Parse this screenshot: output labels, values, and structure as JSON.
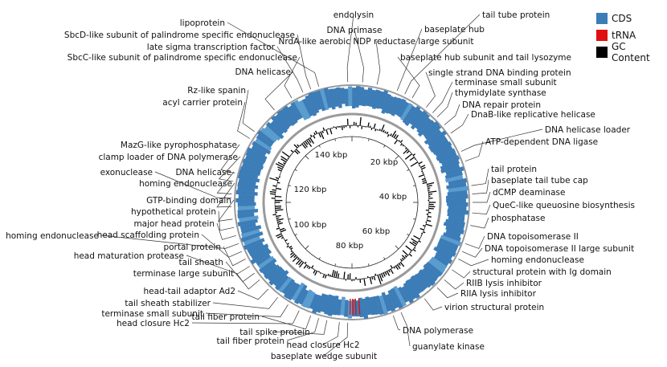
{
  "legend": {
    "cds": {
      "label": "CDS",
      "color": "#3c7db8"
    },
    "trna": {
      "label": "tRNA",
      "color": "#e01010"
    },
    "gc": {
      "label": "GC Content",
      "color": "#000000"
    }
  },
  "ticks": [
    "20 kbp",
    "40 kbp",
    "60 kbp",
    "80 kbp",
    "100 kbp",
    "120 kbp",
    "140 kbp"
  ],
  "gene_labels": [
    {
      "text": "endolysin",
      "side": "up"
    },
    {
      "text": "DNA primase",
      "side": "up"
    },
    {
      "text": "tail tube protein",
      "side": "right"
    },
    {
      "text": "baseplate hub",
      "side": "right"
    },
    {
      "text": "NrdA-like aerobic NDP reductase large subunit",
      "side": "up"
    },
    {
      "text": "baseplate hub subunit and tail lysozyme",
      "side": "right"
    },
    {
      "text": "single strand DNA binding protein",
      "side": "right"
    },
    {
      "text": "terminase small subunit",
      "side": "right"
    },
    {
      "text": "thymidylate synthase",
      "side": "right"
    },
    {
      "text": "DNA repair protein",
      "side": "right"
    },
    {
      "text": "DnaB-like replicative helicase",
      "side": "right"
    },
    {
      "text": "DNA helicase loader",
      "side": "right"
    },
    {
      "text": "ATP-dependent DNA ligase",
      "side": "right"
    },
    {
      "text": "tail protein",
      "side": "right"
    },
    {
      "text": "baseplate tail tube cap",
      "side": "right"
    },
    {
      "text": "dCMP deaminase",
      "side": "right"
    },
    {
      "text": "QueC-like queuosine biosynthesis",
      "side": "right"
    },
    {
      "text": "phosphatase",
      "side": "right"
    },
    {
      "text": "DNA topoisomerase II",
      "side": "right"
    },
    {
      "text": "DNA topoisomerase II large subunit",
      "side": "right"
    },
    {
      "text": "homing endonuclease",
      "side": "right"
    },
    {
      "text": "structural protein with Ig domain",
      "side": "right"
    },
    {
      "text": "RIIB lysis inhibitor",
      "side": "right"
    },
    {
      "text": "RIIA lysis inhibitor",
      "side": "right"
    },
    {
      "text": "virion structural protein",
      "side": "right"
    },
    {
      "text": "DNA polymerase",
      "side": "right"
    },
    {
      "text": "guanylate kinase",
      "side": "right"
    },
    {
      "text": "baseplate wedge subunit",
      "side": "left"
    },
    {
      "text": "head closure Hc2",
      "side": "left"
    },
    {
      "text": "tail spike protein",
      "side": "left"
    },
    {
      "text": "tail fiber protein",
      "side": "left"
    },
    {
      "text": "tail fiber protein",
      "side": "left"
    },
    {
      "text": "head closure Hc2",
      "side": "left"
    },
    {
      "text": "terminase small subunit",
      "side": "left"
    },
    {
      "text": "tail sheath stabilizer",
      "side": "left"
    },
    {
      "text": "head-tail adaptor Ad2",
      "side": "left"
    },
    {
      "text": "terminase large subunit",
      "side": "left"
    },
    {
      "text": "tail sheath",
      "side": "left"
    },
    {
      "text": "head maturation protease",
      "side": "left"
    },
    {
      "text": "portal protein",
      "side": "left"
    },
    {
      "text": "head scaffolding protein",
      "side": "left"
    },
    {
      "text": "homing endonuclease",
      "side": "left"
    },
    {
      "text": "major head protein",
      "side": "left"
    },
    {
      "text": "hypothetical protein",
      "side": "left"
    },
    {
      "text": "GTP-binding domain",
      "side": "left"
    },
    {
      "text": "homing endonuclease",
      "side": "left"
    },
    {
      "text": "exonuclease",
      "side": "left"
    },
    {
      "text": "DNA helicase",
      "side": "left"
    },
    {
      "text": "clamp loader of DNA polymerase",
      "side": "left"
    },
    {
      "text": "MazG-like pyrophosphatase",
      "side": "left"
    },
    {
      "text": "acyl carrier protein",
      "side": "left"
    },
    {
      "text": "Rz-like spanin",
      "side": "left"
    },
    {
      "text": "DNA helicase",
      "side": "left"
    },
    {
      "text": "SbcC-like subunit of palindrome specific endonuclease",
      "side": "left"
    },
    {
      "text": "late sigma transcription factor",
      "side": "left"
    },
    {
      "text": "SbcD-like subunit of palindrome specific endonuclease",
      "side": "left"
    },
    {
      "text": "lipoprotein",
      "side": "left"
    }
  ]
}
